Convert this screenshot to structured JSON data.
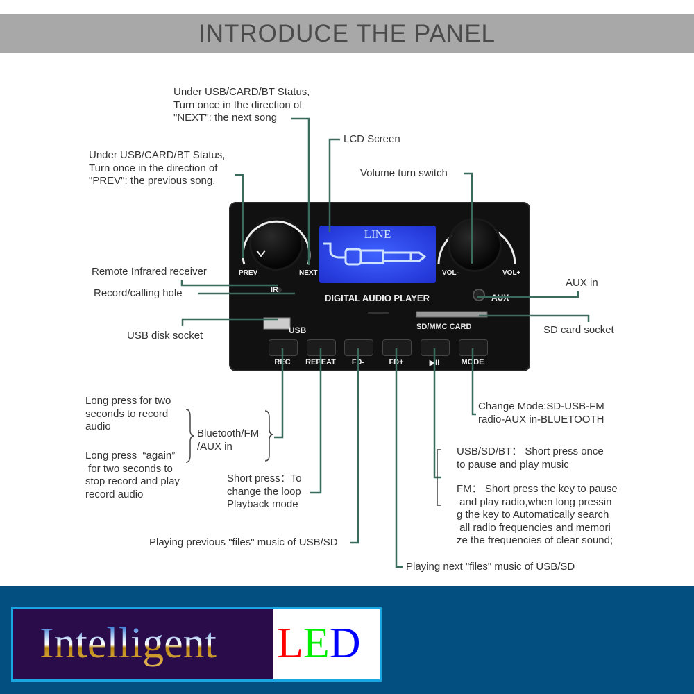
{
  "header": {
    "title": "INTRODUCE THE PANEL"
  },
  "panel": {
    "lcd_text": "LINE",
    "device_title": "DIGITAL AUDIO PLAYER",
    "knob_left_labels": [
      "PREV",
      "NEXT"
    ],
    "knob_right_labels": [
      "VOL-",
      "VOL+"
    ],
    "ir_label": "IR",
    "aux_label": "AUX",
    "usb_label": "USB",
    "sd_label": "SD/MMC CARD",
    "buttons": [
      "REC",
      "REPEAT",
      "FD-",
      "FD+",
      "▶II",
      "MODE"
    ]
  },
  "callouts": {
    "next": "Under USB/CARD/BT Status,\nTurn once in the direction of\n\"NEXT\": the next song",
    "prev": "Under USB/CARD/BT Status,\nTurn once in the direction of\n\"PREV\": the previous song.",
    "lcd": "LCD Screen",
    "volume": "Volume turn switch",
    "ir": "Remote Infrared receiver",
    "record_hole": "Record/calling hole",
    "usb": "USB disk socket",
    "aux": "AUX in",
    "sd": "SD card socket",
    "rec_long1": "Long press for two\nseconds to record\naudio",
    "rec_long2": "Long press  “again”\n for two seconds to\nstop record and play\nrecord audio",
    "rec_modes": "Bluetooth/FM\n/AUX in",
    "repeat": "Short press：To\nchange the loop\nPlayback mode",
    "fd_minus": "Playing previous \"files\" music of USB/SD",
    "fd_plus": "Playing next \"files\" music of USB/SD",
    "mode": "Change Mode:SD-USB-FM\nradio-AUX in-BLUETOOTH",
    "play_usb": "USB/SD/BT： Short press once\nto pause and play music",
    "play_fm": "FM： Short press the key to pause\n and play radio,when long pressin\ng the key to Automatically search\n all radio frequencies and memori\nze the frequencies of clear sound;"
  },
  "logo": {
    "word1": "Intelligent",
    "l": "L",
    "e": "E",
    "d": "D"
  },
  "colors": {
    "line": "#3b6b5c",
    "band": "#034f80",
    "logo_border": "#1aa6e0",
    "l": "#ff0000",
    "e": "#00ff00",
    "d": "#0000ff"
  }
}
